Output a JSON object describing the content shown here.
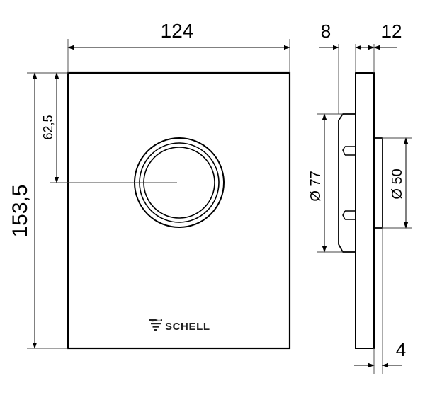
{
  "dimensions": {
    "plate_width": "124",
    "plate_height": "153,5",
    "button_center_offset": "62,5",
    "depth_front": "8",
    "depth_back": "12",
    "diameter_outer": "Ø 77",
    "diameter_inner": "Ø 50",
    "plate_thickness": "4"
  },
  "brand": {
    "name": "SCHELL",
    "logo_icon": "schell-wave-logo-icon"
  },
  "colors": {
    "line": "#000000",
    "thin_line": "#444444"
  }
}
